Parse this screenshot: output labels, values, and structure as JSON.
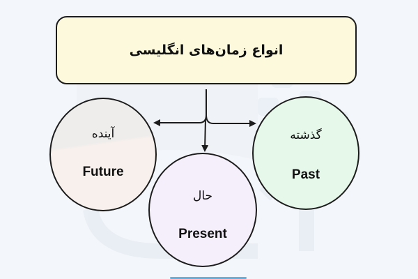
{
  "diagram": {
    "title": "انواع زمان‌های انگلیسی",
    "nodes": [
      {
        "id": "future",
        "fa_label": "آینده",
        "en_label": "Future",
        "fill": "#f8f0ec"
      },
      {
        "id": "present",
        "fa_label": "حال",
        "en_label": "Present",
        "fill": "#f5effb"
      },
      {
        "id": "past",
        "fa_label": "گذشته",
        "en_label": "Past",
        "fill": "#e6f8ea"
      }
    ],
    "edges": [
      {
        "from": "title",
        "to": "future"
      },
      {
        "from": "title",
        "to": "present"
      },
      {
        "from": "title",
        "to": "past"
      }
    ],
    "colors": {
      "background": "#f3f6fa",
      "title_fill": "#fdf9dc",
      "stroke": "#1c1c1c"
    }
  }
}
